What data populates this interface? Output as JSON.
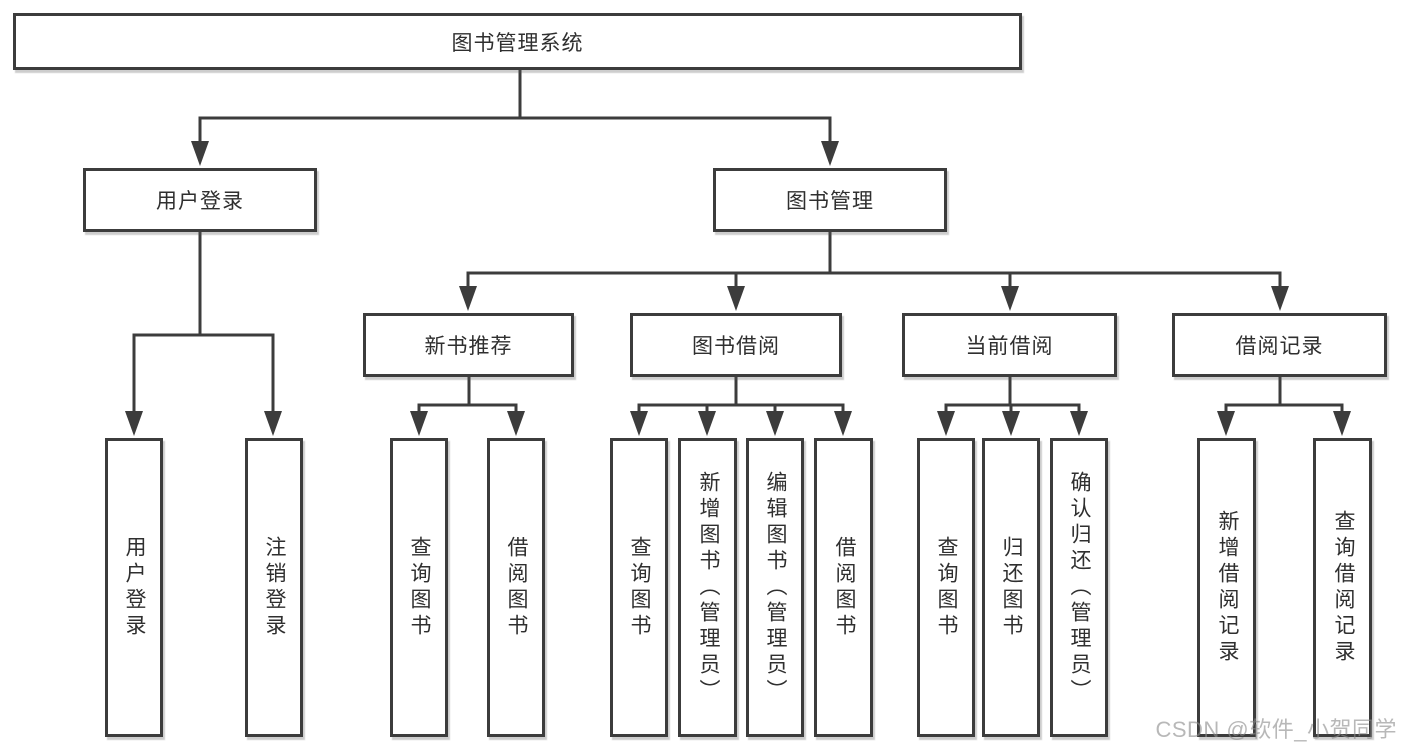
{
  "diagram": {
    "type": "tree-diagram",
    "watermark": "CSDN @软件_小贺同学",
    "colors": {
      "background": "#ffffff",
      "line": "#3c3c3c",
      "box_border": "#3c3c3c",
      "text": "#2f2f2f",
      "watermark": "#8c8c8c"
    },
    "tree": {
      "label": "图书管理系统",
      "children": [
        {
          "label": "用户登录",
          "children": [
            {
              "label": "用户登录"
            },
            {
              "label": "注销登录"
            }
          ]
        },
        {
          "label": "图书管理",
          "children": [
            {
              "label": "新书推荐",
              "children": [
                {
                  "label": "查询图书"
                },
                {
                  "label": "借阅图书"
                }
              ]
            },
            {
              "label": "图书借阅",
              "children": [
                {
                  "label": "查询图书"
                },
                {
                  "label": "新增图书（管理员）"
                },
                {
                  "label": "编辑图书（管理员）"
                },
                {
                  "label": "借阅图书"
                }
              ]
            },
            {
              "label": "当前借阅",
              "children": [
                {
                  "label": "查询图书"
                },
                {
                  "label": "归还图书"
                },
                {
                  "label": "确认归还（管理员）"
                }
              ]
            },
            {
              "label": "借阅记录",
              "children": [
                {
                  "label": "新增借阅记录"
                },
                {
                  "label": "查询借阅记录"
                }
              ]
            }
          ]
        }
      ]
    }
  }
}
